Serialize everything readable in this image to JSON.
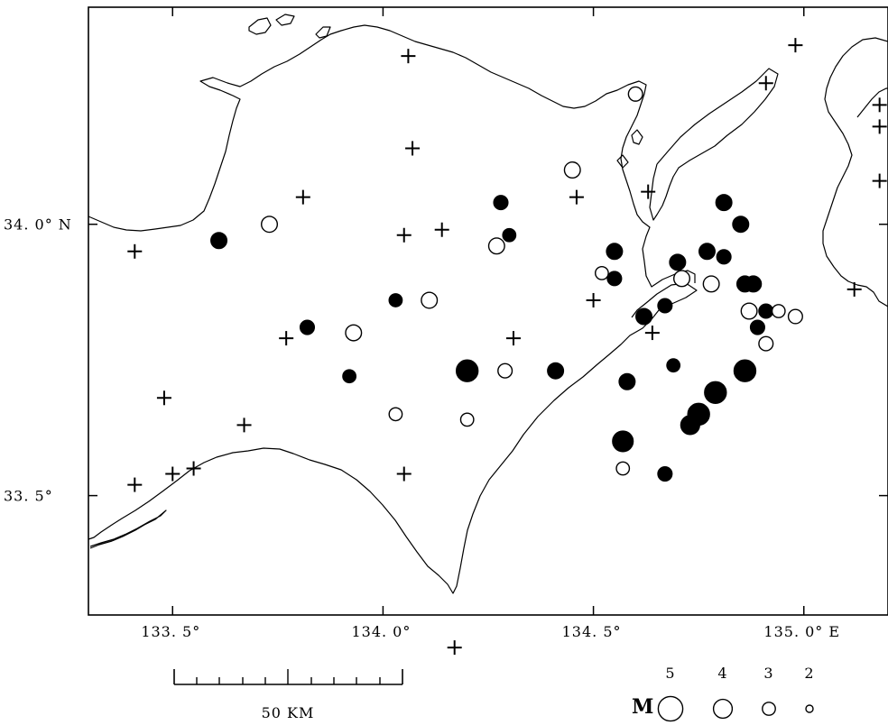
{
  "map": {
    "lon_range": [
      133.3,
      135.2
    ],
    "lat_range": [
      33.28,
      34.4
    ],
    "x_ticks": [
      {
        "value": 133.5,
        "label": "133. 5°"
      },
      {
        "value": 134.0,
        "label": "134. 0°"
      },
      {
        "value": 134.5,
        "label": "134. 5°"
      },
      {
        "value": 135.0,
        "label": "135. 0° E"
      }
    ],
    "y_ticks": [
      {
        "value": 34.0,
        "label": "34. 0° N"
      },
      {
        "value": 33.5,
        "label": "33. 5°"
      }
    ]
  },
  "scale_bar": {
    "label": "50 KM"
  },
  "legend": {
    "title": "M",
    "items": [
      {
        "label": "5",
        "magnitude": 5
      },
      {
        "label": "4",
        "magnitude": 4
      },
      {
        "label": "3",
        "magnitude": 3
      },
      {
        "label": "2",
        "magnitude": 2
      }
    ]
  },
  "stations": [
    {
      "lon": 134.06,
      "lat": 34.31
    },
    {
      "lon": 134.07,
      "lat": 34.14
    },
    {
      "lon": 133.81,
      "lat": 34.05
    },
    {
      "lon": 134.05,
      "lat": 33.98
    },
    {
      "lon": 134.14,
      "lat": 33.99
    },
    {
      "lon": 134.46,
      "lat": 34.05
    },
    {
      "lon": 133.41,
      "lat": 33.95
    },
    {
      "lon": 133.77,
      "lat": 33.79
    },
    {
      "lon": 134.31,
      "lat": 33.79
    },
    {
      "lon": 134.5,
      "lat": 33.86
    },
    {
      "lon": 134.64,
      "lat": 33.8
    },
    {
      "lon": 133.48,
      "lat": 33.68
    },
    {
      "lon": 133.67,
      "lat": 33.63
    },
    {
      "lon": 133.41,
      "lat": 33.52
    },
    {
      "lon": 133.5,
      "lat": 33.54
    },
    {
      "lon": 133.55,
      "lat": 33.55
    },
    {
      "lon": 134.05,
      "lat": 33.54
    },
    {
      "lon": 134.17,
      "lat": 33.22
    },
    {
      "lon": 134.63,
      "lat": 34.06
    },
    {
      "lon": 134.91,
      "lat": 34.26
    },
    {
      "lon": 134.98,
      "lat": 34.33
    },
    {
      "lon": 135.12,
      "lat": 33.88
    },
    {
      "lon": 135.18,
      "lat": 34.22
    },
    {
      "lon": 135.18,
      "lat": 34.18
    },
    {
      "lon": 135.18,
      "lat": 34.08
    }
  ],
  "events": [
    {
      "lon": 133.61,
      "lat": 33.97,
      "mag": 3.5,
      "filled": true
    },
    {
      "lon": 133.73,
      "lat": 34.0,
      "mag": 3.5,
      "filled": false
    },
    {
      "lon": 133.82,
      "lat": 33.81,
      "mag": 3.2,
      "filled": true
    },
    {
      "lon": 133.93,
      "lat": 33.8,
      "mag": 3.5,
      "filled": false
    },
    {
      "lon": 133.92,
      "lat": 33.72,
      "mag": 3.0,
      "filled": true
    },
    {
      "lon": 134.03,
      "lat": 33.86,
      "mag": 3.0,
      "filled": true
    },
    {
      "lon": 134.11,
      "lat": 33.86,
      "mag": 3.5,
      "filled": false
    },
    {
      "lon": 134.03,
      "lat": 33.65,
      "mag": 3.0,
      "filled": false
    },
    {
      "lon": 134.2,
      "lat": 33.73,
      "mag": 4.5,
      "filled": true
    },
    {
      "lon": 134.2,
      "lat": 33.64,
      "mag": 3.0,
      "filled": false
    },
    {
      "lon": 134.28,
      "lat": 34.04,
      "mag": 3.2,
      "filled": true
    },
    {
      "lon": 134.3,
      "lat": 33.98,
      "mag": 3.0,
      "filled": true
    },
    {
      "lon": 134.27,
      "lat": 33.96,
      "mag": 3.5,
      "filled": false
    },
    {
      "lon": 134.29,
      "lat": 33.73,
      "mag": 3.2,
      "filled": false
    },
    {
      "lon": 134.41,
      "lat": 33.73,
      "mag": 3.5,
      "filled": true
    },
    {
      "lon": 134.45,
      "lat": 34.1,
      "mag": 3.5,
      "filled": false
    },
    {
      "lon": 134.52,
      "lat": 33.91,
      "mag": 3.0,
      "filled": false
    },
    {
      "lon": 134.55,
      "lat": 33.95,
      "mag": 3.5,
      "filled": true
    },
    {
      "lon": 134.55,
      "lat": 33.9,
      "mag": 3.2,
      "filled": true
    },
    {
      "lon": 134.6,
      "lat": 34.24,
      "mag": 3.2,
      "filled": false
    },
    {
      "lon": 134.62,
      "lat": 33.83,
      "mag": 3.5,
      "filled": true
    },
    {
      "lon": 134.67,
      "lat": 33.85,
      "mag": 3.2,
      "filled": true
    },
    {
      "lon": 134.58,
      "lat": 33.71,
      "mag": 3.5,
      "filled": true
    },
    {
      "lon": 134.57,
      "lat": 33.6,
      "mag": 4.3,
      "filled": true
    },
    {
      "lon": 134.57,
      "lat": 33.55,
      "mag": 3.0,
      "filled": false
    },
    {
      "lon": 134.67,
      "lat": 33.54,
      "mag": 3.2,
      "filled": true
    },
    {
      "lon": 134.69,
      "lat": 33.74,
      "mag": 3.0,
      "filled": true
    },
    {
      "lon": 134.7,
      "lat": 33.93,
      "mag": 3.5,
      "filled": true
    },
    {
      "lon": 134.71,
      "lat": 33.9,
      "mag": 3.5,
      "filled": false
    },
    {
      "lon": 134.73,
      "lat": 33.63,
      "mag": 4.0,
      "filled": true
    },
    {
      "lon": 134.75,
      "lat": 33.65,
      "mag": 4.5,
      "filled": true
    },
    {
      "lon": 134.77,
      "lat": 33.95,
      "mag": 3.5,
      "filled": true
    },
    {
      "lon": 134.78,
      "lat": 33.89,
      "mag": 3.5,
      "filled": false
    },
    {
      "lon": 134.79,
      "lat": 33.69,
      "mag": 4.5,
      "filled": true
    },
    {
      "lon": 134.81,
      "lat": 34.04,
      "mag": 3.5,
      "filled": true
    },
    {
      "lon": 134.81,
      "lat": 33.94,
      "mag": 3.2,
      "filled": true
    },
    {
      "lon": 134.85,
      "lat": 34.0,
      "mag": 3.5,
      "filled": true
    },
    {
      "lon": 134.86,
      "lat": 33.89,
      "mag": 3.5,
      "filled": true
    },
    {
      "lon": 134.88,
      "lat": 33.89,
      "mag": 3.5,
      "filled": true
    },
    {
      "lon": 134.87,
      "lat": 33.84,
      "mag": 3.5,
      "filled": false
    },
    {
      "lon": 134.86,
      "lat": 33.73,
      "mag": 4.5,
      "filled": true
    },
    {
      "lon": 134.89,
      "lat": 33.81,
      "mag": 3.2,
      "filled": true
    },
    {
      "lon": 134.91,
      "lat": 33.84,
      "mag": 3.2,
      "filled": true
    },
    {
      "lon": 134.91,
      "lat": 33.78,
      "mag": 3.2,
      "filled": false
    },
    {
      "lon": 134.94,
      "lat": 33.84,
      "mag": 3.0,
      "filled": false
    },
    {
      "lon": 134.98,
      "lat": 33.83,
      "mag": 3.2,
      "filled": false
    }
  ]
}
